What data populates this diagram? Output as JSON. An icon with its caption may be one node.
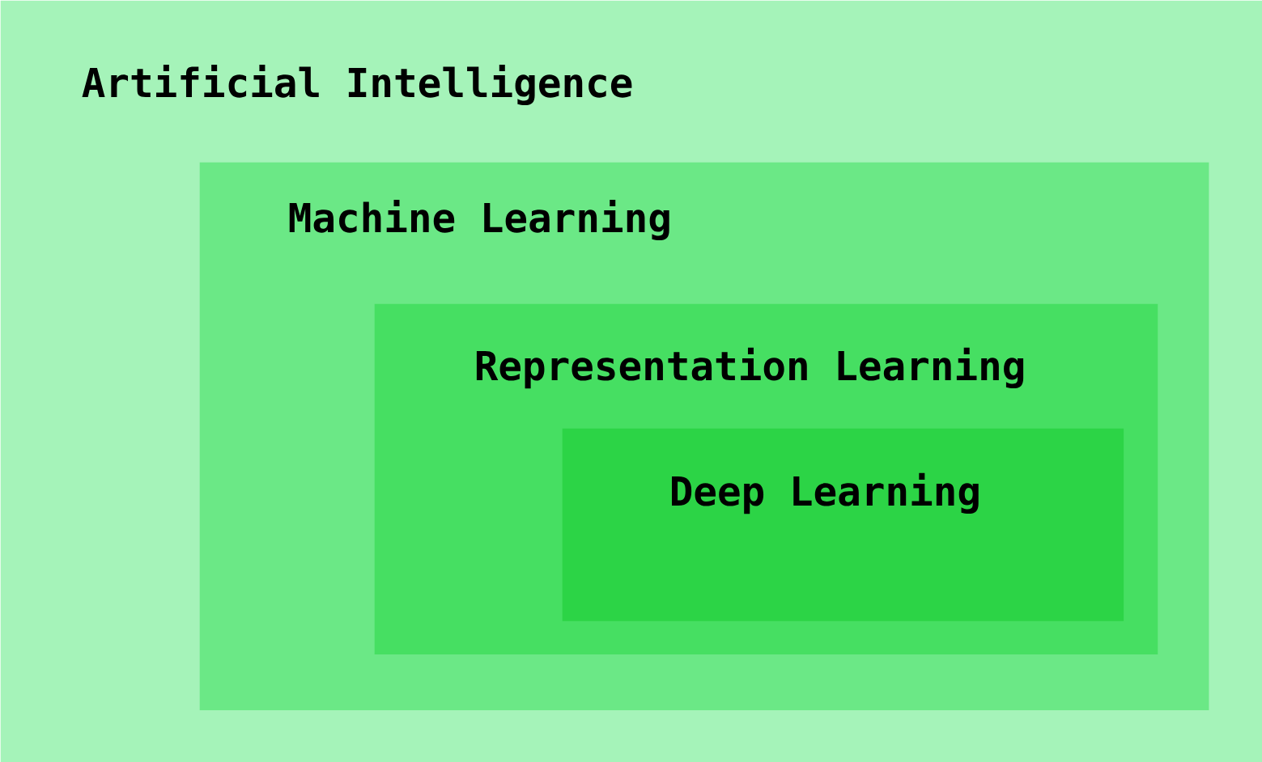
{
  "diagram": {
    "nodes": [
      {
        "text": [
          "Artificial Intelligence"
        ]
      },
      {
        "text": [
          "Machine Learning"
        ],
        "in": 0
      },
      {
        "text": [
          "Representation Learning"
        ],
        "in": 1
      },
      {
        "text": [
          "Deep Learning"
        ],
        "in": 2
      }
    ]
  }
}
